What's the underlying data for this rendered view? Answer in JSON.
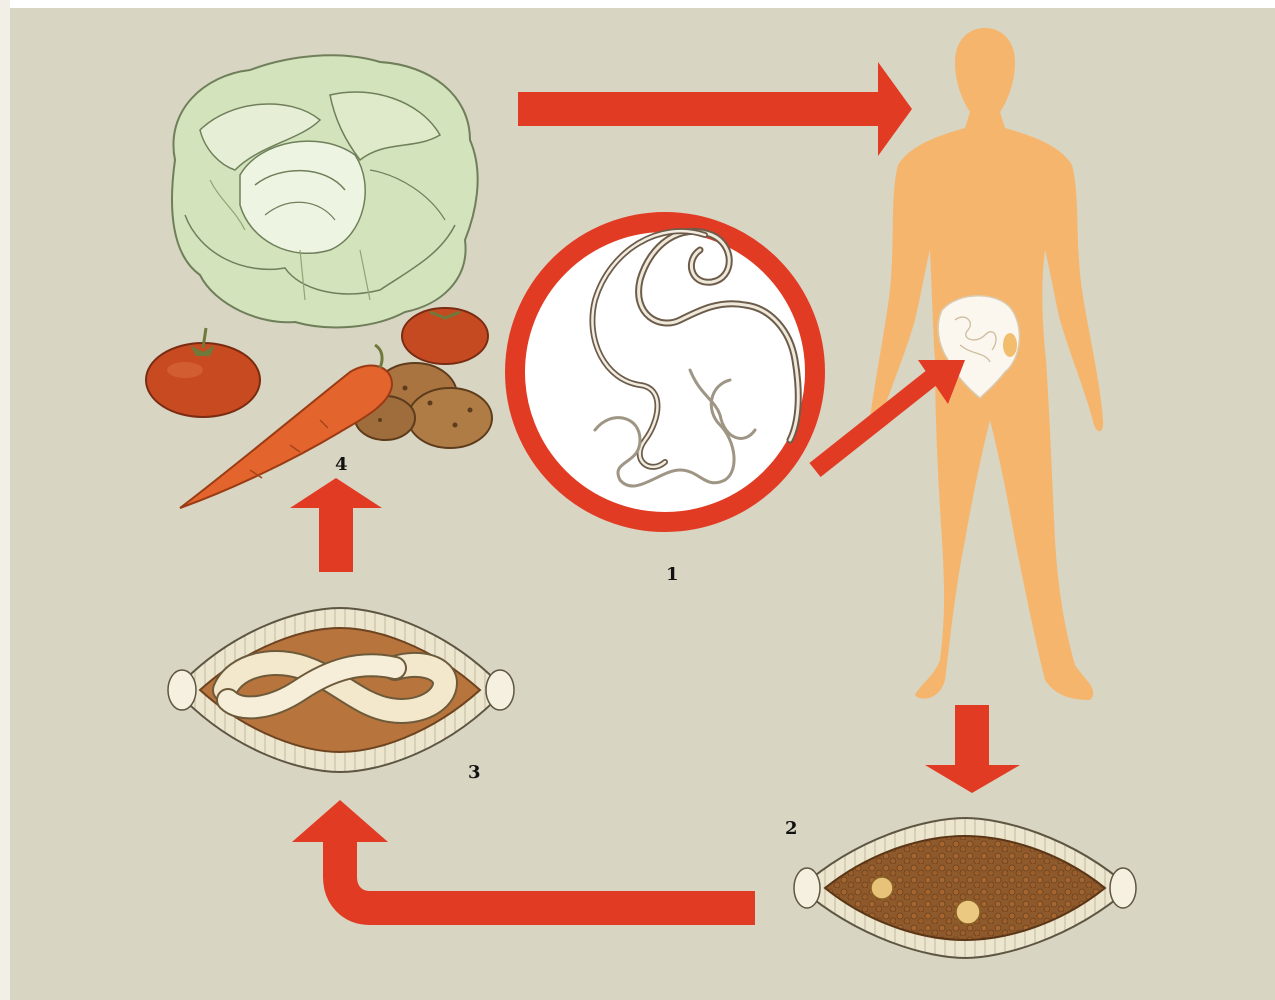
{
  "labels": {
    "adult_worms": "1",
    "fresh_egg": "2",
    "embryonated_egg": "3",
    "contaminated_food": "4"
  },
  "colors": {
    "background": "#d8d5c2",
    "arrow": "#e13b24",
    "body": "#f6b56d",
    "intestine": "#fbf6ee",
    "worm_outline": "#6e5c4a",
    "cabbage": "#cfe0b5",
    "carrot": "#e2622b",
    "tomato": "#c5471f",
    "potato": "#a97440",
    "egg_shell": "#efe9d4",
    "egg_inner": "#b26c34",
    "larva": "#f3e8cc"
  },
  "icons": [
    "cabbage-icon",
    "tomato-icon",
    "carrot-icon",
    "potato-icon",
    "human-body-icon",
    "intestine-icon",
    "worm-icon",
    "egg-icon",
    "larva-icon"
  ]
}
